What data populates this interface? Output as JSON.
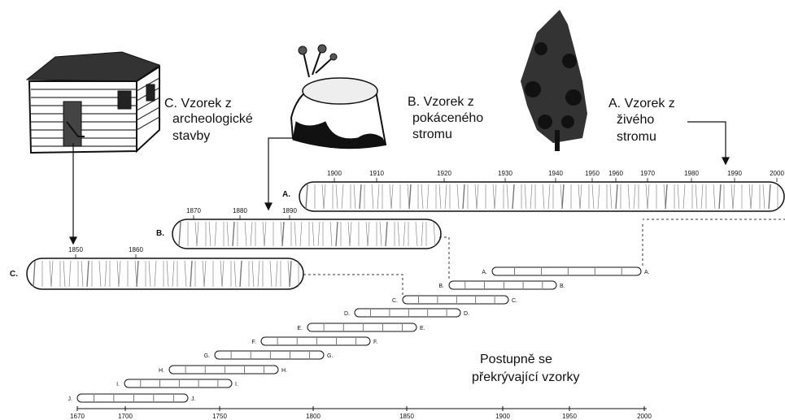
{
  "labels": {
    "c_line1": "C. Vzorek z",
    "c_line2": "archeologické",
    "c_line3": "stavby",
    "b_line1": "B. Vzorek z",
    "b_line2": "pokáceného",
    "b_line3": "stromu",
    "a_line1": "A. Vzorek z",
    "a_line2": "živého",
    "a_line3": "stromu"
  },
  "note": {
    "line1": "Postupně se",
    "line2": "překrývající vzorky"
  },
  "cores": {
    "A": {
      "label": "A.",
      "ticks": [
        "1900",
        "1910",
        "1920",
        "1930",
        "1940",
        "1950",
        "1960",
        "1970",
        "1980",
        "1990",
        "2000"
      ]
    },
    "B": {
      "label": "B.",
      "ticks": [
        "1870",
        "1880",
        "1890"
      ]
    },
    "C": {
      "label": "C.",
      "ticks": [
        "1850",
        "1860"
      ]
    }
  },
  "small_cores": [
    "A.",
    "B.",
    "C.",
    "D.",
    "E.",
    "F.",
    "G.",
    "H.",
    "I.",
    "J."
  ],
  "axis_ticks": [
    "1670",
    "1700",
    "1750",
    "1800",
    "1850",
    "1900",
    "1950",
    "2000"
  ]
}
